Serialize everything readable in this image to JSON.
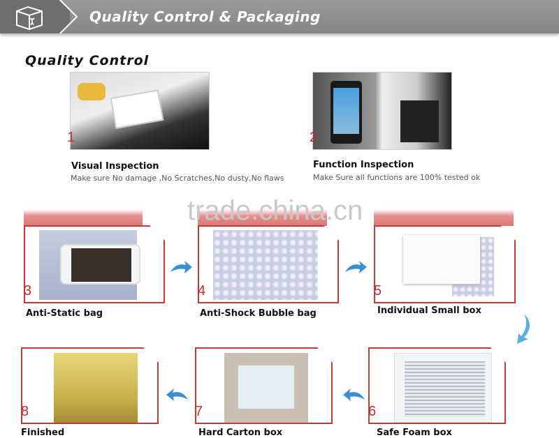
{
  "header": {
    "title": "Quality Control & Packaging",
    "icon": "package-fragile-icon"
  },
  "quality_control": {
    "title": "Quality Control",
    "steps": [
      {
        "number": "1",
        "title": "Visual  Inspection",
        "description": "Make sure No damage ,No Scratches,No dusty,No flaws"
      },
      {
        "number": "2",
        "title": "Function Inspection",
        "description": "Make Sure all functions  are 100% tested ok"
      }
    ]
  },
  "watermark": "trade.china.cn",
  "packaging": {
    "steps": [
      {
        "number": "3",
        "label": "Anti-Static bag"
      },
      {
        "number": "4",
        "label": "Anti-Shock Bubble bag"
      },
      {
        "number": "5",
        "label": "Individual Small box"
      },
      {
        "number": "6",
        "label": "Safe Foam box"
      },
      {
        "number": "7",
        "label": "Hard Carton box"
      },
      {
        "number": "8",
        "label": "Finished"
      }
    ]
  },
  "colors": {
    "accent": "#c23a37",
    "header": "#8a8a8a",
    "arrow": "#3a8fd0"
  }
}
